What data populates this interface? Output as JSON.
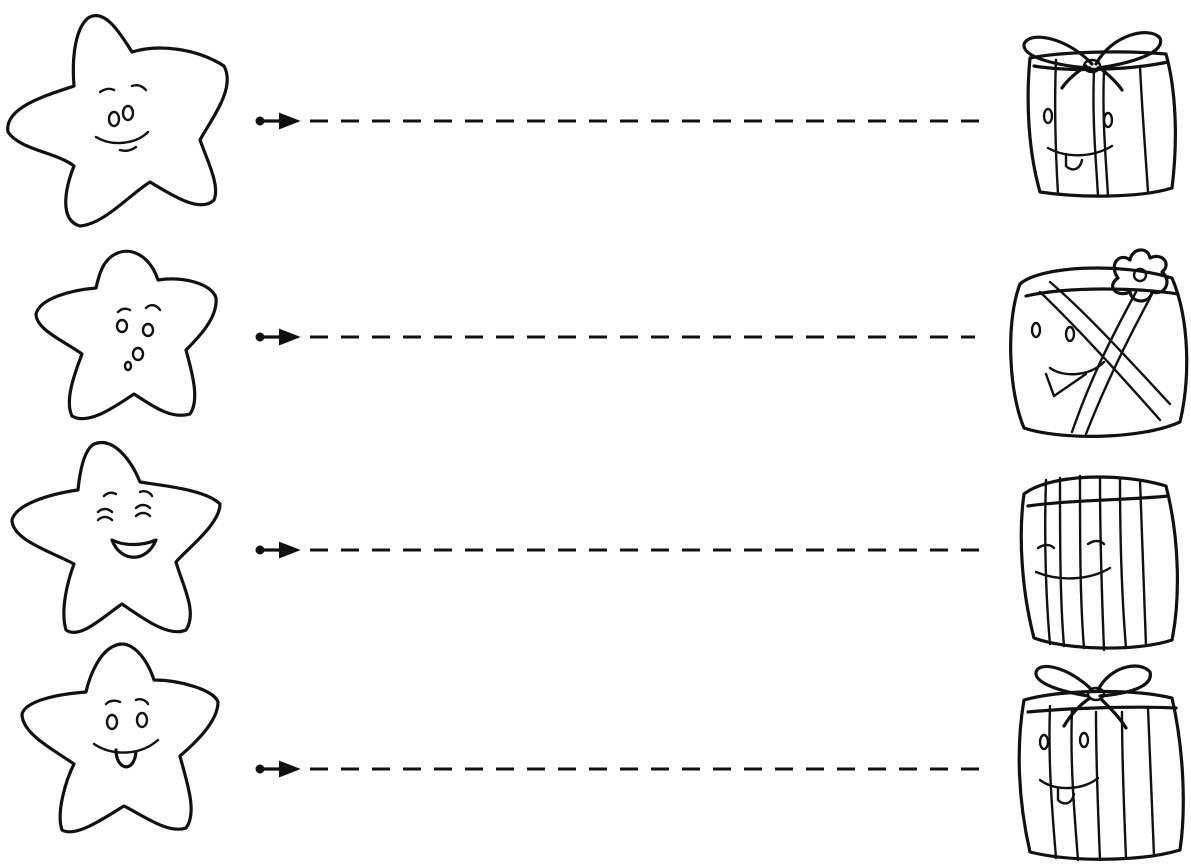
{
  "worksheet": {
    "type": "trace-the-line",
    "rows": [
      {
        "left_picture": "smiling-star",
        "right_picture": "gift-box-with-bow"
      },
      {
        "left_picture": "surprised-star",
        "right_picture": "gift-box-with-flower"
      },
      {
        "left_picture": "laughing-star",
        "right_picture": "striped-gift-box"
      },
      {
        "left_picture": "tongue-out-star",
        "right_picture": "gift-box-with-large-bow"
      }
    ],
    "colors": {
      "ink": "#111111",
      "paper": "#ffffff"
    }
  }
}
